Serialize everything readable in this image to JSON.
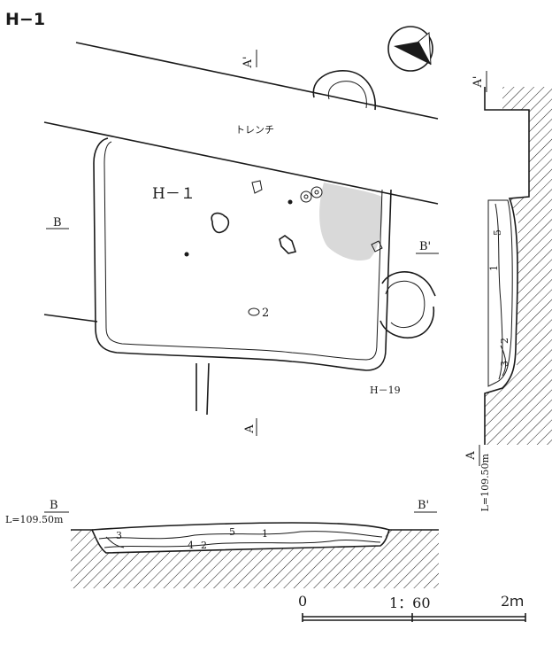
{
  "figure_title": "H−1",
  "plan": {
    "feature_label": "H－１",
    "trench_label": "トレンチ",
    "neighbor_label": "H－19",
    "section_marks": {
      "a_prime_top": "A'",
      "a_bottom": "A",
      "b_left": "B",
      "b_prime_right": "B'"
    },
    "artifact_number": "2"
  },
  "section_aa": {
    "top_label": "A'",
    "bottom_label": "A",
    "elevation": "L=109.50m",
    "layers": [
      "5",
      "1",
      "2",
      "3"
    ]
  },
  "section_bb": {
    "left_label": "B",
    "right_label": "B'",
    "elevation": "L=109.50m",
    "layers": [
      "3",
      "4",
      "2",
      "5",
      "1"
    ]
  },
  "scale_bar": {
    "start": "0",
    "ratio": "1：60",
    "end": "2ｍ"
  },
  "colors": {
    "ink": "#1a1a1a",
    "shade": "#d9d9d9"
  },
  "north_arrow_icon": "north-arrow-icon"
}
